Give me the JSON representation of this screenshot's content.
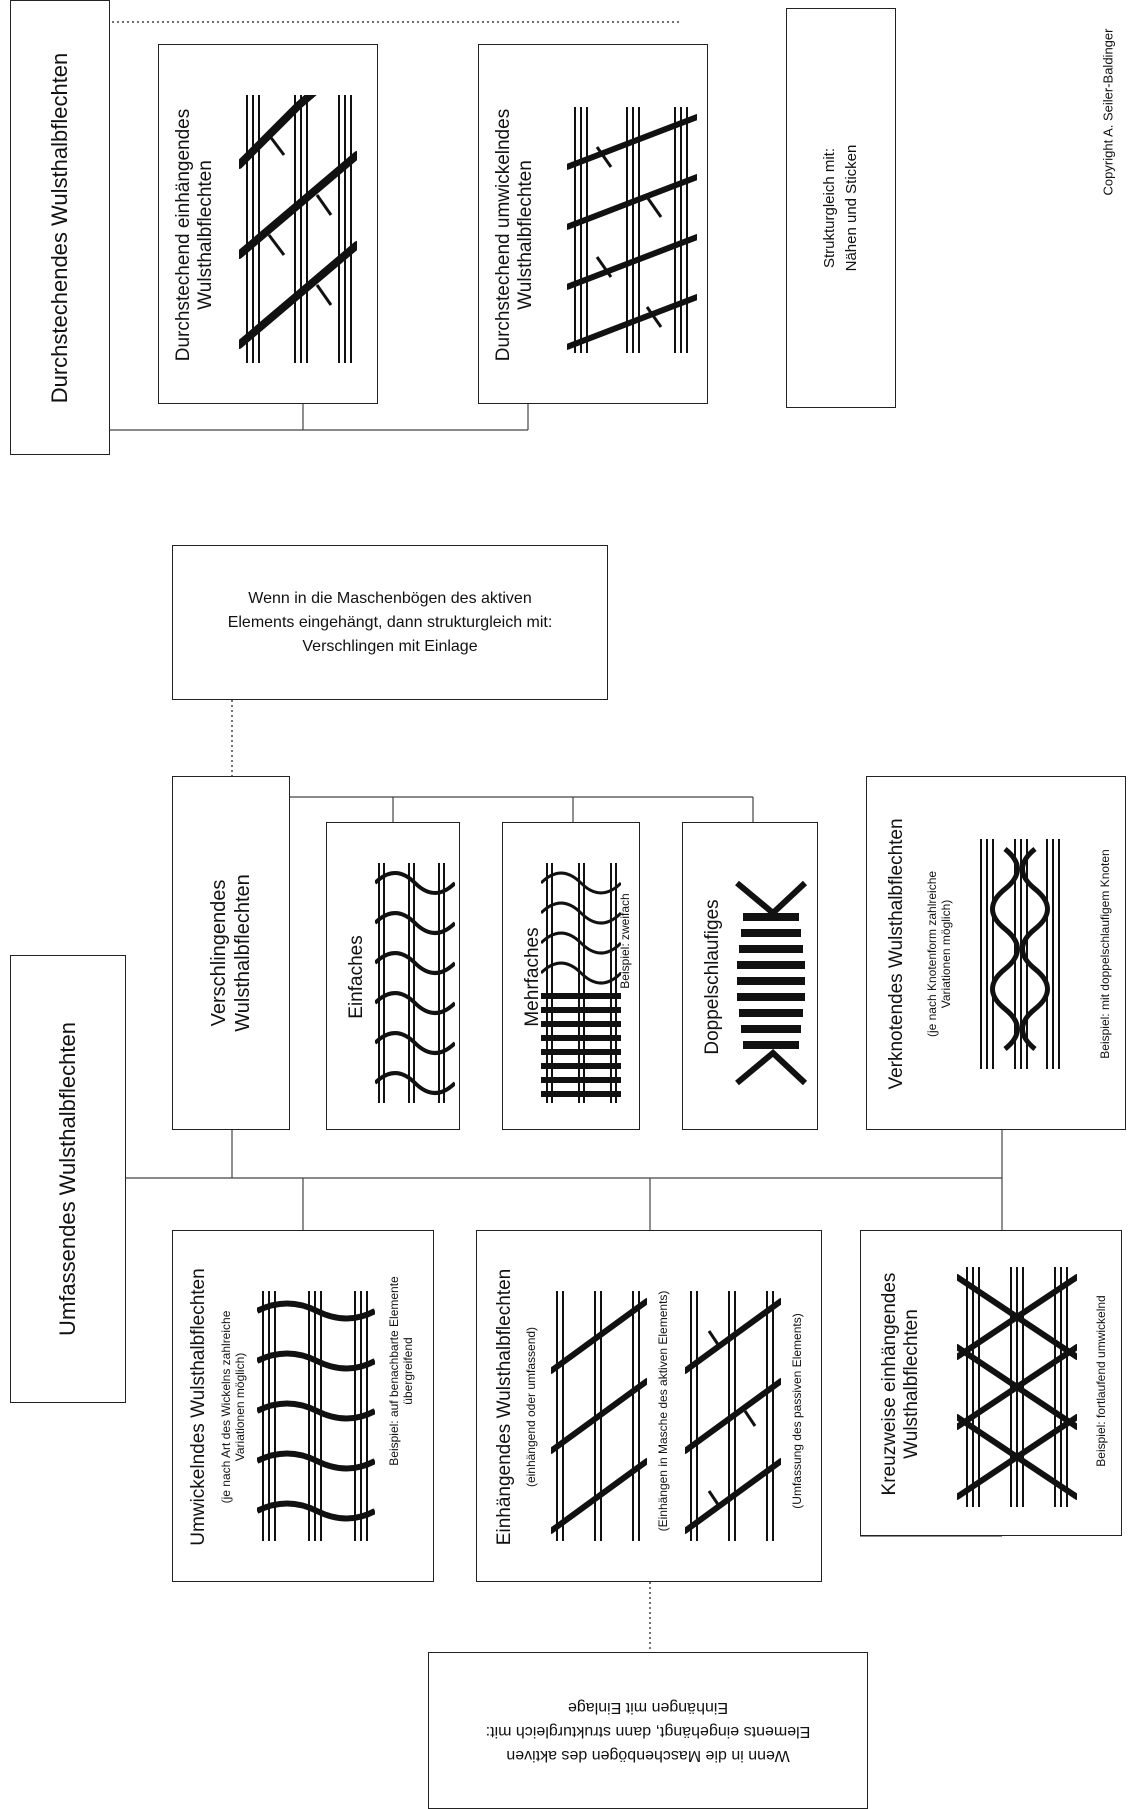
{
  "copyright": "Copyright A. Seiler-Baldinger",
  "durchstechend": {
    "title": "Durchstechendes Wulsthalbflechten",
    "child1_line1": "Durchstechend einhängendes",
    "child1_line2": "Wulsthalbflechten",
    "child2_line1": "Durchstechend umwickelndes",
    "child2_line2": "Wulsthalbflechten",
    "related_line1": "Strukturgleich mit:",
    "related_line2": "Nähen und Sticken"
  },
  "note_top": {
    "line1": "Wenn in die Maschenbögen des aktiven",
    "line2": "Elements eingehängt, dann strukturgleich mit:",
    "line3": "Verschlingen mit Einlage"
  },
  "umfassend": {
    "title": "Umfassendes Wulsthalbflechten",
    "verschlingend": {
      "line1": "Verschlingendes",
      "line2": "Wulsthalbflechten",
      "einfaches": "Einfaches",
      "mehrfaches": "Mehrfaches",
      "mehrfaches_example": "Beispiel: zweifach",
      "doppelschlaufiges": "Doppelschlaufiges"
    },
    "verknotend": {
      "title": "Verknotendes Wulsthalbflechten",
      "note_line1": "(je nach Knotenform zahlreiche",
      "note_line2": "Variationen möglich)",
      "example": "Beispiel: mit doppelschlaufigem Knoten"
    },
    "umwickelnd": {
      "title": "Umwickelndes Wulsthalbflechten",
      "note_line1": "(je nach Art des Wickelns zahlreiche",
      "note_line2": "Variationen möglich)",
      "example_line1": "Beispiel: auf benachbarte Elemente",
      "example_line2": "übergreifend"
    },
    "einhaengend": {
      "title": "Einhängendes Wulsthalbflechten",
      "sub": "(einhängend oder umfassend)",
      "caption1": "(Einhängen in Masche des aktiven Elements)",
      "caption2": "(Umfassung des passiven Elements)"
    },
    "kreuzweise": {
      "line1": "Kreuzweise einhängendes",
      "line2": "Wulsthalbflechten",
      "example": "Beispiel: fortlaufend umwickelnd"
    }
  },
  "note_bottom": {
    "line1": "Wenn in die Maschenbögen des aktiven",
    "line2": "Elements eingehängt, dann strukturgleich mit:",
    "line3": "Einhängen mit Einlage"
  }
}
